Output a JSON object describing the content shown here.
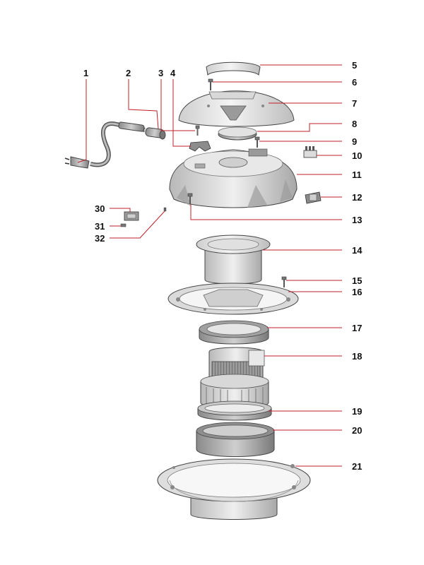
{
  "labels": {
    "l1": "1",
    "l2": "2",
    "l3": "3",
    "l4": "4",
    "l5": "5",
    "l6": "6",
    "l7": "7",
    "l8": "8",
    "l9": "9",
    "l10": "10",
    "l11": "11",
    "l12": "12",
    "l13": "13",
    "l14": "14",
    "l15": "15",
    "l16": "16",
    "l17": "17",
    "l18": "18",
    "l19": "19",
    "l20": "20",
    "l21": "21",
    "l30": "30",
    "l31": "31",
    "l32": "32"
  },
  "colors": {
    "leader": "#c0202a",
    "part_stroke": "#444444",
    "text": "#111111"
  }
}
